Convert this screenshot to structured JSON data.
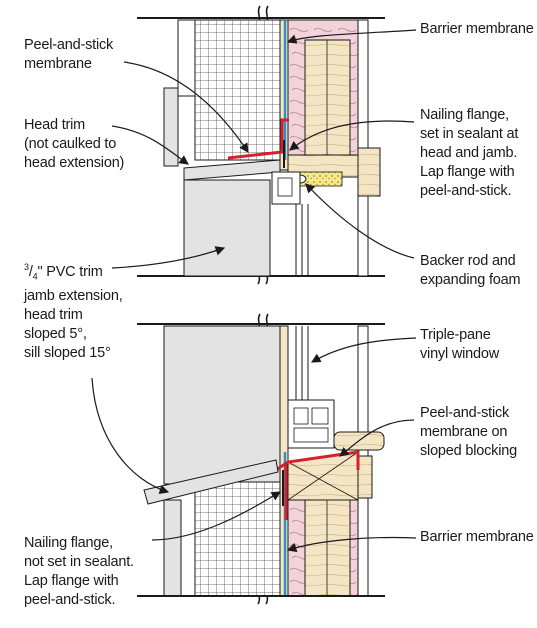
{
  "labels": {
    "barrier_membrane_top": "Barrier membrane",
    "peel_and_stick_membrane": "Peel-and-stick\nmembrane",
    "nailing_flange_sealant": "Nailing flange,\nset in sealant at\nhead and jamb.\nLap flange with\npeel-and-stick.",
    "head_trim": "Head trim\n(not caulked to\nhead extension)",
    "backer_rod": "Backer rod and\nexpanding foam",
    "pvc_trim_fraction_num": "3",
    "pvc_trim_fraction_den": "4",
    "pvc_trim": "\" PVC trim\njamb extension,\nhead trim\nsloped 5°,\nsill sloped 15°",
    "triple_pane": "Triple-pane\nvinyl window",
    "peel_and_stick_blocking": "Peel-and-stick\nmembrane on\nsloped blocking",
    "nailing_flange_no_sealant": "Nailing flange,\nnot set in sealant.\nLap flange with\npeel-and-stick.",
    "barrier_membrane_bottom": "Barrier membrane"
  },
  "colors": {
    "line": "#1a1a1a",
    "membrane_red": "#d6202b",
    "barrier_blue": "#2f8fc9",
    "insulation_pink": "#f3d3da",
    "wood": "#f4e6c4",
    "trim_gray": "#e3e3e3",
    "foam_yellow": "#f7e98a"
  }
}
